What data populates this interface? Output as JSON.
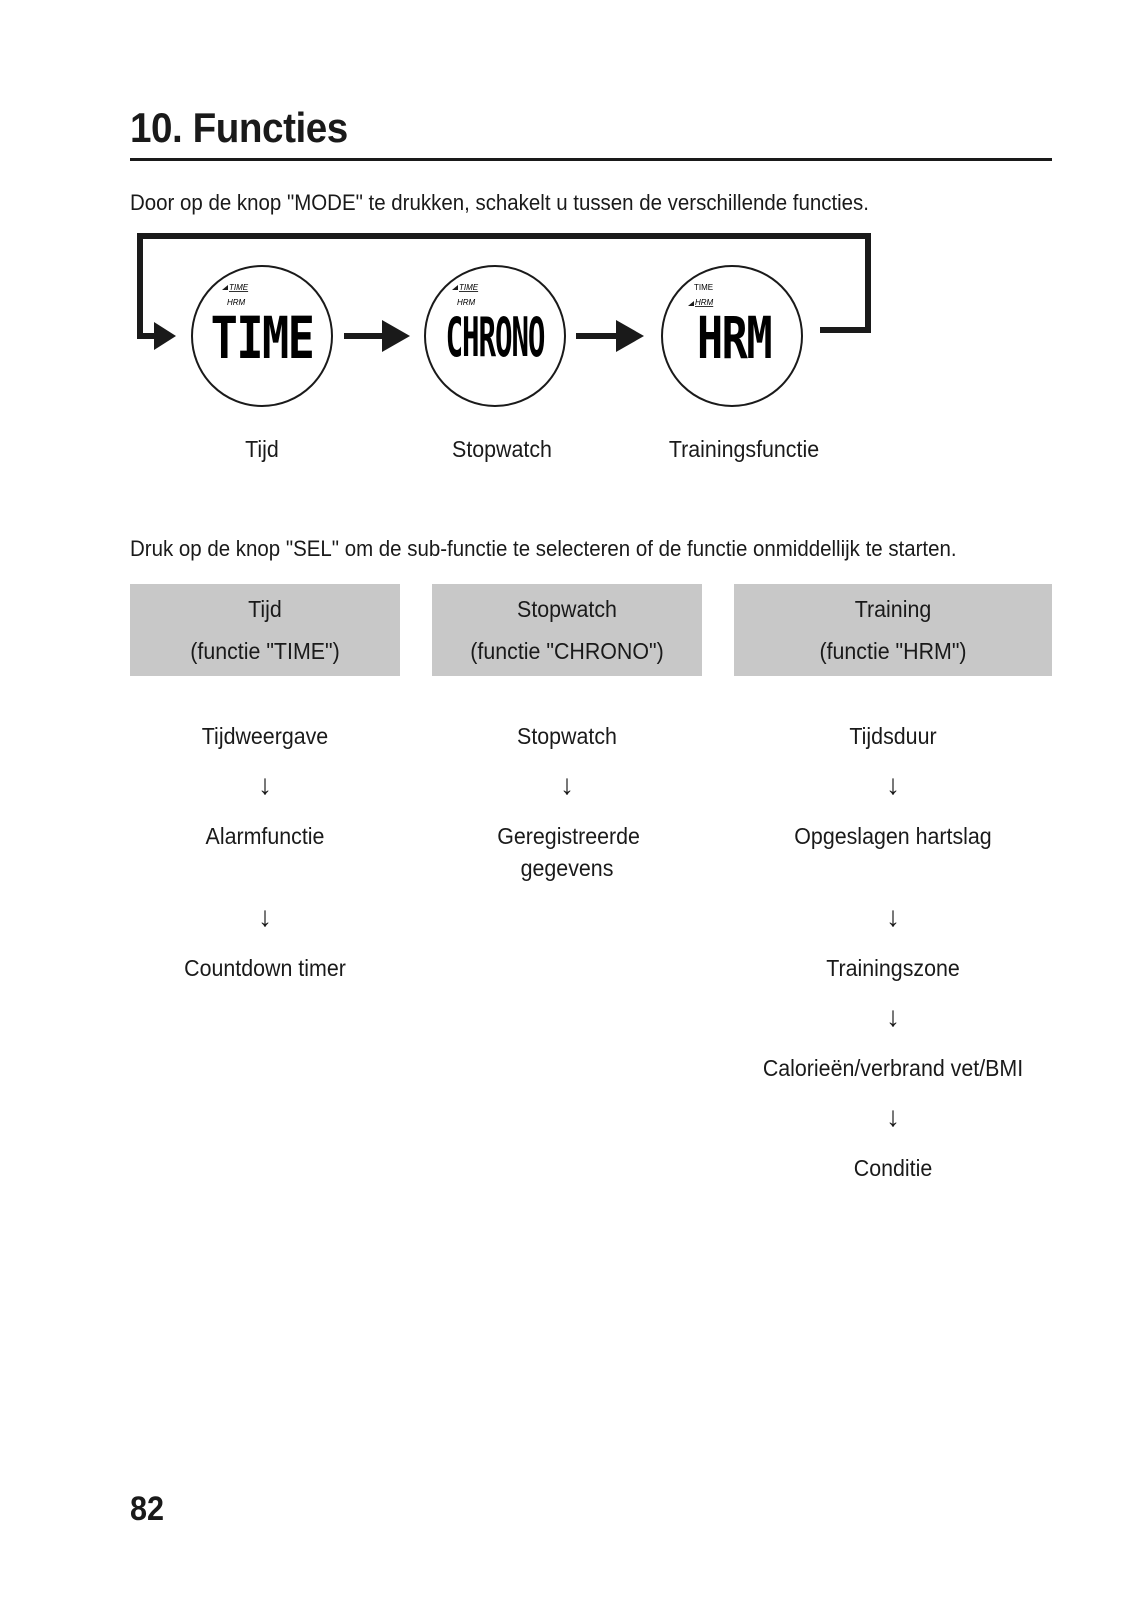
{
  "heading": {
    "title": "10. Functies"
  },
  "intro_mode": "Door op de knop \"MODE\" te drukken, schakelt u tussen de verschillende functies.",
  "modes": [
    {
      "display": "TIME",
      "small_top": "TIME",
      "small_bottom": "HRM",
      "label": "Tijd"
    },
    {
      "display": "CHRONO",
      "small_top": "TIME",
      "small_bottom": "HRM",
      "label": "Stopwatch"
    },
    {
      "display": "HRM",
      "small_top": "TIME",
      "small_bottom": "HRM",
      "label": "Trainingsfunctie"
    }
  ],
  "intro_sel": "Druk op de knop \"SEL\" om de sub-functie te selecteren of de functie onmiddellijk te starten.",
  "columns": [
    {
      "title": "Tijd",
      "subtitle": "(functie \"TIME\")",
      "items": [
        "Tijdweergave",
        "Alarmfunctie",
        "Countdown timer"
      ]
    },
    {
      "title": "Stopwatch",
      "subtitle": "(functie \"CHRONO\")",
      "items": [
        "Stopwatch",
        "Geregistreerde gegevens"
      ]
    },
    {
      "title": "Training",
      "subtitle": "(functie \"HRM\")",
      "items": [
        "Tijdsduur",
        "Opgeslagen hartslag",
        "Trainingszone",
        "Calorieën/verbrand vet/BMI",
        "Conditie"
      ]
    }
  ],
  "arrow_symbol": "↓",
  "page_number": "82"
}
